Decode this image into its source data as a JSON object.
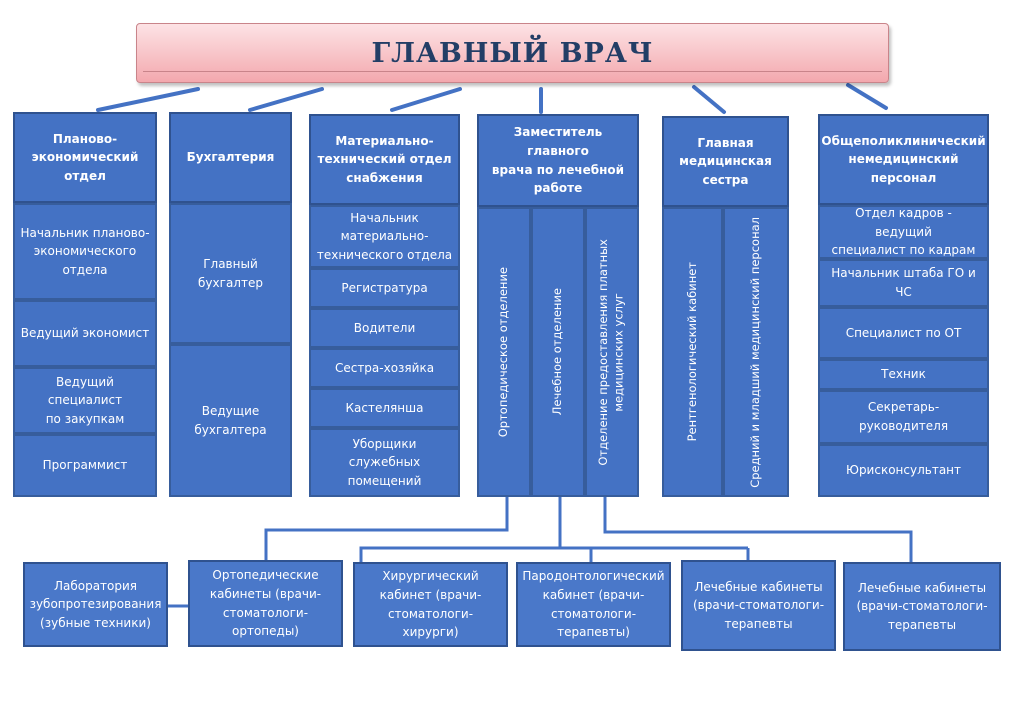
{
  "title": "ГЛАВНЫЙ ВРАЧ",
  "colors": {
    "box_fill": "#4472c4",
    "box_border": "#2f528f",
    "title_fill": "#f3a8ae",
    "title_text": "#233e66"
  },
  "columns": {
    "planning": {
      "header": "Планово-\nэкономический\nотдел",
      "items": [
        "Начальник планово-\nэкономического\nотдела",
        "Ведущий экономист",
        "Ведущий специалист\nпо закупкам",
        "Программист"
      ]
    },
    "accounting": {
      "header": "Бухгалтерия",
      "items": [
        "Главный\nбухгалтер",
        "Ведущие\nбухгалтера"
      ]
    },
    "supply": {
      "header": "Материально-\nтехнический отдел\nснабжения",
      "items": [
        "Начальник\nматериально-\nтехнического отдела",
        "Регистратура",
        "Водители",
        "Сестра-хозяйка",
        "Кастелянша",
        "Уборщики служебных\nпомещений"
      ]
    },
    "deputy": {
      "header": "Заместитель главного\nврача по лечебной\nработе",
      "items": [
        "Ортопедическое отделение",
        "Лечебное отделение",
        "Отделение предоставления платных\nмедицинских услуг"
      ]
    },
    "head_nurse": {
      "header": "Главная\nмедицинская\nсестра",
      "items": [
        "Рентгенологический кабинет",
        "Средний и младший медицинский персонал"
      ]
    },
    "general_staff": {
      "header": "Общеполиклинический\nнемедицинский\nперсонал",
      "items": [
        "Отдел кадров - ведущий\nспециалист по кадрам",
        "Начальник штаба ГО и ЧС",
        "Специалист по ОТ",
        "Техник",
        "Секретарь-руководителя",
        "Юрисконсультант"
      ]
    }
  },
  "bottom": [
    "Лаборатория\nзубопротезирования\n(зубные техники)",
    "Ортопедические\nкабинеты (врачи-\nстоматологи-\nортопеды)",
    "Хирургический\nкабинет (врачи-\nстоматологи-хирурги)",
    "Пародонтологический\nкабинет (врачи-\nстоматологи-\nтерапевты)",
    "Лечебные кабинеты\n(врачи-стоматологи-\nтерапевты",
    "Лечебные кабинеты\n(врачи-стоматологи-\nтерапевты"
  ]
}
